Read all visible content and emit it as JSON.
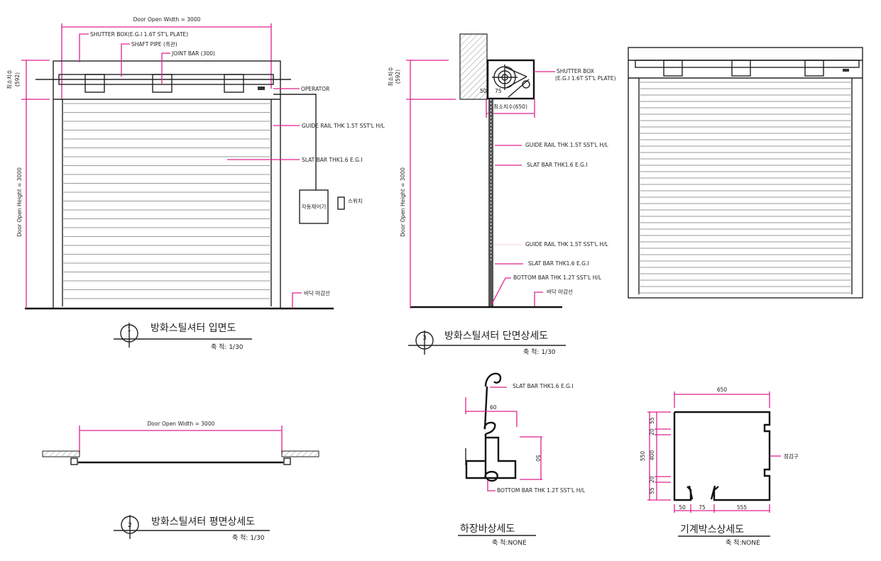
{
  "colors": {
    "dimension": "#e0208c",
    "line": "#222222"
  },
  "elevation": {
    "width_dim": "Door Open Width = 3000",
    "shutter_box": "SHUTTER BOX(E.G.I 1.6T ST'L PLATE)",
    "shaft_pipe": "SHAFT PIPE (흑관)",
    "joint_bar": "JOINT BAR (300)",
    "operator": "OPERATOR",
    "guide_rail": "GUIDE RAIL THK 1.5T SST'L H/L",
    "slat_bar": "SLAT BAR THK1.6 E.G.I",
    "controller": "자동제어기",
    "switch": "스위치",
    "floor": "바닥 마감선",
    "min_dim": "최소치수",
    "min_dim_value": "(592)",
    "height_dim": "Door Open Height = 3000",
    "number": "1",
    "title": "방화스틸셔터 입면도",
    "scale": "축 척: 1/30"
  },
  "section": {
    "min_dim": "최소치수",
    "min_dim_value": "(592)",
    "height_dim": "Door Open Height = 3000",
    "shutter_box": "SHUTTER BOX",
    "shutter_box_spec": "(E.G.I 1.6T ST'L PLATE)",
    "box_min_dim": "최소치수(650)",
    "dim_small_a": "50",
    "dim_small_b": "75",
    "guide_rail": "GUIDE RAIL THK 1.5T SST'L H/L",
    "slat_bar": "SLAT BAR THK1.6 E.G.I",
    "guide_rail_faint": "GUIDE RAIL THK 1.5T SST'L H/L",
    "slat_bar_2": "SLAT BAR THK1.6 E.G.I",
    "bottom_bar": "BOTTOM BAR THK 1.2T SST'L H/L",
    "floor": "바닥 마감선",
    "number": "3",
    "title": "방화스틸셔터 단면상세도",
    "scale": "축 척: 1/30"
  },
  "plan": {
    "width_dim": "Door Open Width = 3000",
    "number": "2",
    "title": "방화스틸셔터 평면상세도",
    "scale": "축 척: 1/30"
  },
  "bottom_bar_detail": {
    "slat_bar": "SLAT BAR THK1.6 E.G.I",
    "dim_60": "60",
    "dim_50": "50",
    "bottom_bar": "BOTTOM BAR THK 1.2T SST'L H/L",
    "title": "하장바상세도",
    "scale": "축 척:NONE"
  },
  "machine_box_detail": {
    "dim_650": "650",
    "dim_550": "550",
    "dim_55a": "55",
    "dim_20a": "20",
    "dim_400": "400",
    "dim_20b": "20",
    "dim_55b": "55",
    "dim_50": "50",
    "dim_75": "75",
    "dim_555": "555",
    "inspection": "점검구",
    "title": "기계박스상세도",
    "scale": "축 척:NONE"
  }
}
